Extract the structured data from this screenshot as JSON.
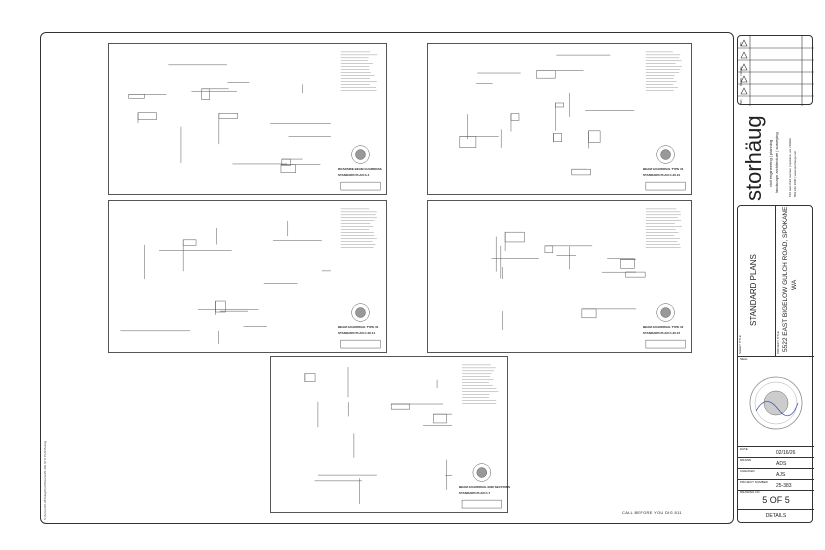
{
  "sheet": {
    "panels": [
      {
        "title": "ROADSIDE BEAM GUARDRAIL",
        "plan": "STANDARD PLAN G-1"
      },
      {
        "title": "BEAM GUARDRAIL TYPE 31",
        "plan": "STANDARD PLAN C-20.10"
      },
      {
        "title": "BEAM GUARDRAIL TYPE 31",
        "plan": "STANDARD PLAN C-20.14"
      },
      {
        "title": "BEAM GUARDRAIL TYPE 31",
        "plan": "STANDARD PLAN C-20.15"
      },
      {
        "title": "BEAM GUARDRAIL END SECTIONS",
        "plan": "STANDARD PLAN C-7"
      }
    ],
    "call_before_you_dig": "CALL BEFORE YOU DIG  811",
    "file_path": "S:\\Active\\25-383\\dwg\\Civil\\Sheets\\25-383 STD PLANS.dwg"
  },
  "title_block": {
    "revision_header": [
      "NO.",
      "DESC. / DATE",
      "BY"
    ],
    "firm": {
      "name": "storhäug",
      "services_1": "civil engineering | planning",
      "services_2": "landscape architecture | surveying",
      "address": "510 east third avenue | spokane, wa | 99202",
      "contact": "509.242.1000 | www.storhaug.com"
    },
    "sheet_title_label": "SHEET TITLE",
    "sheet_title": "STANDARD PLANS",
    "project_title_label": "PROJECT TITLE",
    "project_title_1": "5522 EAST BIGELOW GULCH ROAD, SPOKANE,",
    "project_title_2": "WA",
    "seal_label": "SEAL",
    "fields": [
      {
        "label": "DATE",
        "value": "02/16/26"
      },
      {
        "label": "DRAWN",
        "value": "ADS"
      },
      {
        "label": "CHECKED",
        "value": "AJS"
      },
      {
        "label": "PROJECT NUMBER",
        "value": "25-383"
      }
    ],
    "drawing_no_label": "DRAWING NO.",
    "sheet_number": "5 OF 5",
    "sheet_name": "DETAILS"
  }
}
